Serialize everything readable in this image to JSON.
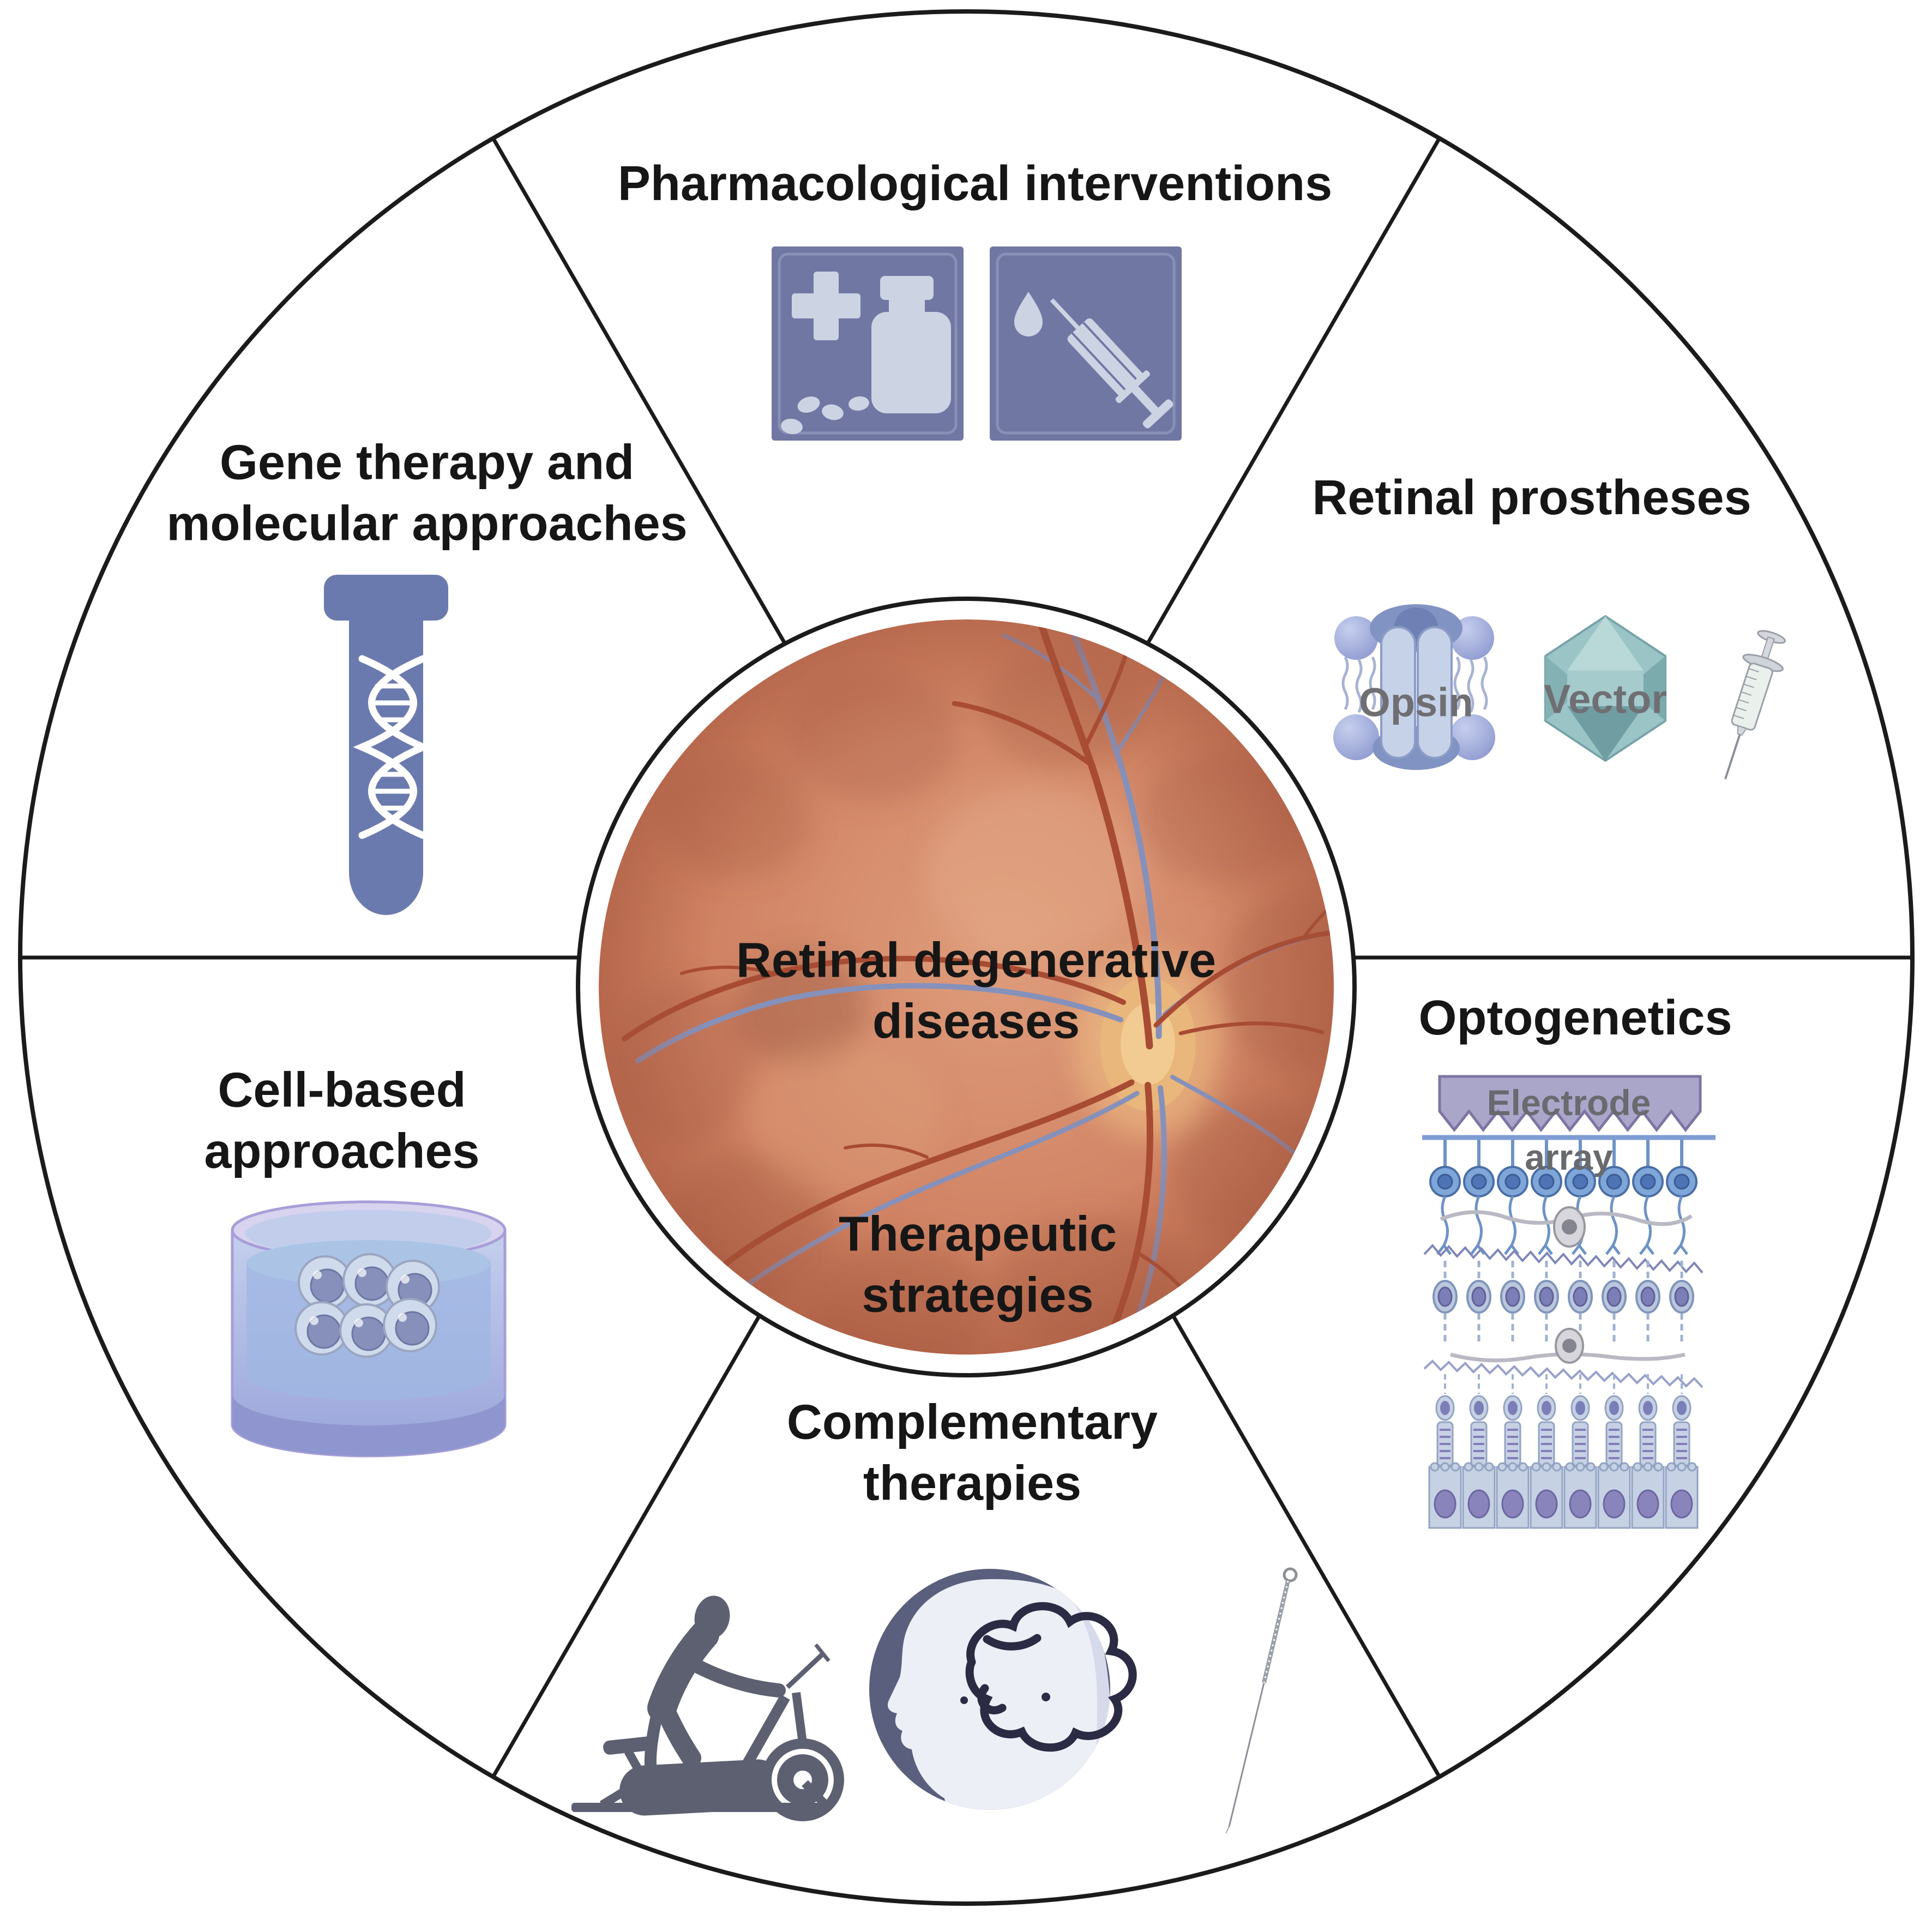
{
  "wheel": {
    "center_circle": {
      "disease_line1": "Retinal degenerative",
      "disease_line2": "diseases",
      "strategy_line1": "Therapeutic",
      "strategy_line2": "strategies"
    },
    "segments": {
      "pharmacological": {
        "label": "Pharmacological interventions"
      },
      "retinal_prostheses": {
        "label": "Retinal prostheses",
        "opsin_label": "Opsin",
        "vector_label": "Vector"
      },
      "optogenetics": {
        "label": "Optogenetics",
        "electrode_line1": "Electrode",
        "electrode_line2": "array"
      },
      "complementary": {
        "label_line1": "Complementary",
        "label_line2": "therapies"
      },
      "cell_based": {
        "label_line1": "Cell-based",
        "label_line2": "approaches"
      },
      "gene_therapy": {
        "label_line1": "Gene therapy and",
        "label_line2": "molecular approaches"
      }
    },
    "colors": {
      "outline": "#1b1b1b",
      "panel_slate": "#7177a3",
      "icon_light": "#ccd3e3",
      "grey_text": "#6f6f73",
      "fundus_base": "#d08263",
      "artery_red": "#a84b33",
      "vein_blue": "#8591bb",
      "electrode_banner": "#a9a6ca",
      "neuron_blue": "#7ea6d9",
      "vector_teal": "#9ac4c6",
      "dish_lavender": "#c2cdec",
      "silhouette_grey": "#5c6071",
      "head_navy": "#5a5f7d",
      "dna_tube_blue": "#6b7aae"
    }
  }
}
